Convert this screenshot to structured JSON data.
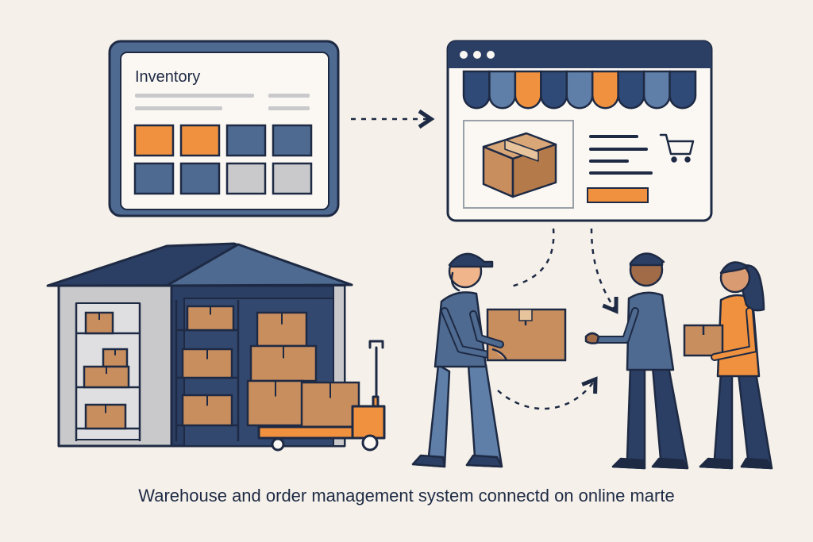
{
  "inventory_panel": {
    "title": "Inventory",
    "tiles_row1": [
      "#f0913f",
      "#f0913f",
      "#4e6a91",
      "#4e6a91"
    ],
    "tiles_row2": [
      "#4e6a91",
      "#4e6a91",
      "#c9c9cb",
      "#c9c9cb"
    ]
  },
  "store_panel": {
    "window_dots": 3,
    "awning_colors": [
      "#2f4a77",
      "#5f7fa8",
      "#f0913f",
      "#2f4a77",
      "#5f7fa8",
      "#f0913f",
      "#2f4a77",
      "#5f7fa8",
      "#2f4a77"
    ],
    "icons": [
      "product-box-icon",
      "shopping-cart-icon"
    ]
  },
  "caption": "Warehouse and order management system connectd on online marte",
  "colors": {
    "navy": "#2b3e63",
    "steel": "#4e6a91",
    "orange": "#f0913f",
    "cardboard": "#c98e5e",
    "background": "#f5f1ea",
    "gray": "#c9c9cb"
  }
}
